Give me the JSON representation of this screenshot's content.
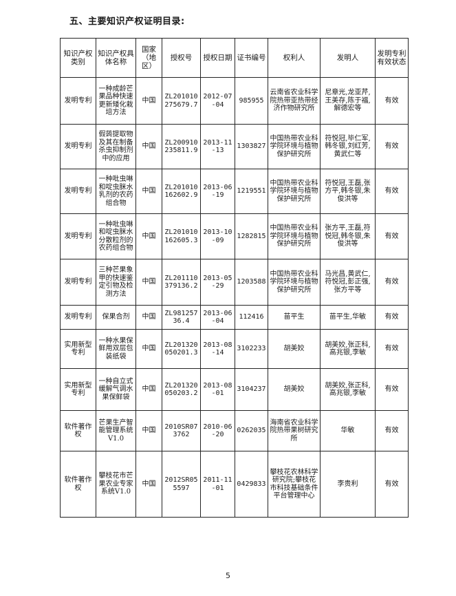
{
  "heading": "五、主要知识产权证明目录:",
  "headers": [
    "知识产权类别",
    "知识产权具体名称",
    "国家（地区）",
    "授权号",
    "授权日期",
    "证书编号",
    "权利人",
    "发明人",
    "发明专利有效状态"
  ],
  "rows": [
    {
      "type": "发明专利",
      "name": "一种成龄芒果品种快速更新矮化栽培方法",
      "country": "中国",
      "auth_no": "ZL201010275679.7",
      "date": "2012-07-04",
      "cert": "985955",
      "holder": "云南省农业科学院热带亚热带经济作物研究所",
      "inventor": "尼章光,龙亚芹,王美存,陈于福,解德宏等",
      "status": "有效"
    },
    {
      "type": "发明专利",
      "name": "假蒟提取物及其在制备杀虫抑制剂中的应用",
      "country": "中国",
      "auth_no": "ZL200910235811.9",
      "date": "2013-11-13",
      "cert": "1303827",
      "holder": "中国热带农业科学院环境与植物保护研究所",
      "inventor": "符悦冠,毕仁军,韩冬银,刘红芳,黄武仁等",
      "status": "有效"
    },
    {
      "type": "发明专利",
      "name": "一种吡虫啉和啶虫脒水乳剂的农药组合物",
      "country": "中国",
      "auth_no": "ZL201010162602.9",
      "date": "2013-06-19",
      "cert": "1219551",
      "holder": "中国热带农业科学院环境与植物保护研究所",
      "inventor": "符悦冠,王磊,张方平,韩冬银,朱俊洪等",
      "status": "有效"
    },
    {
      "type": "发明专利",
      "name": "一种吡虫啉和啶虫脒水分散粒剂的农药组合物",
      "country": "中国",
      "auth_no": "ZL201010162605.3",
      "date": "2013-10-09",
      "cert": "1282815",
      "holder": "中国热带农业科学院环境与植物保护研究所",
      "inventor": "张方平,王磊,符悦冠,韩冬银,朱俊洪等",
      "status": "有效"
    },
    {
      "type": "发明专利",
      "name": "三种芒果象甲的快速鉴定引物及检测方法",
      "country": "中国",
      "auth_no": "ZL201110379136.2",
      "date": "2013-05-29",
      "cert": "1203588",
      "holder": "中国热带农业科学院环境与植物保护研究所",
      "inventor": "马光昌,黄武仁,符悦冠,彭正强,张方平等",
      "status": "有效"
    },
    {
      "type": "发明专利",
      "name": "保果合剂",
      "country": "中国",
      "auth_no": "ZL98125736.4",
      "date": "2013-06-04",
      "cert": "112416",
      "holder": "苗平生",
      "inventor": "苗平生,华敏",
      "status": "有效"
    },
    {
      "type": "实用新型专利",
      "name": "一种水果保鲜用双层包装纸袋",
      "country": "中国",
      "auth_no": "ZL201320050201.3",
      "date": "2013-08-14",
      "cert": "3102233",
      "holder": "胡美姣",
      "inventor": "胡美姣,张正科,高兆银,李敏",
      "status": "有效"
    },
    {
      "type": "实用新型专利",
      "name": "一种自立式缓解气调水果保鲜袋",
      "country": "中国",
      "auth_no": "ZL201320050203.2",
      "date": "2013-08-01",
      "cert": "3104237",
      "holder": "胡美姣",
      "inventor": "胡美姣,张正科,高兆银,李敏",
      "status": "有效"
    },
    {
      "type": "软件著作权",
      "name": "芒果生产智能管理系统V1.0",
      "country": "中国",
      "auth_no": "2010SR073762",
      "date": "2010-06-20",
      "cert": "0262035",
      "holder": "海南省农业科学院热带果树研究所",
      "inventor": "华敏",
      "status": "有效"
    },
    {
      "type": "软件著作权",
      "name": "攀枝花市芒果农业专家系统V1.0",
      "country": "中国",
      "auth_no": "2012SR055597",
      "date": "2011-11-01",
      "cert": "0429833",
      "holder": "攀枝花农林科学研究院;攀枝花市科技基础条件平台管理中心",
      "inventor": "李贵利",
      "status": "有效"
    }
  ],
  "page_number": "5"
}
